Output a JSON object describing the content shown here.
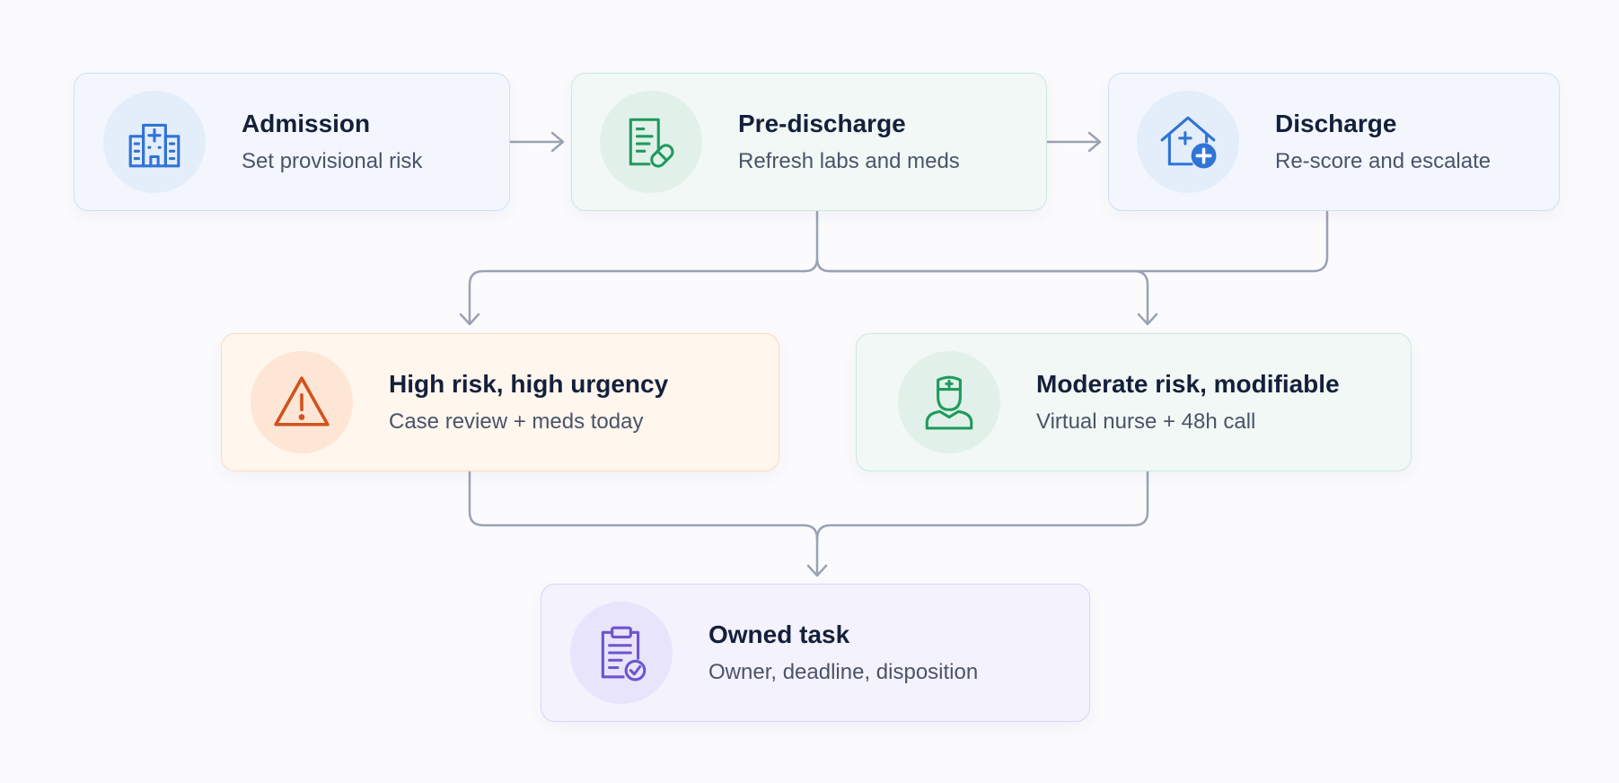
{
  "colors": {
    "connector": "#9aa2b4",
    "blue": "#2f74d6",
    "green": "#1f9a5e",
    "orange": "#d2521d",
    "purple": "#6d55cc"
  },
  "nodes": {
    "admission": {
      "title": "Admission",
      "subtitle": "Set provisional risk",
      "icon": "hospital-icon"
    },
    "pre_discharge": {
      "title": "Pre-discharge",
      "subtitle": "Refresh labs and meds",
      "icon": "prescription-pill-icon"
    },
    "discharge": {
      "title": "Discharge",
      "subtitle": "Re-score and escalate",
      "icon": "home-medical-icon"
    },
    "high_risk": {
      "title": "High risk, high urgency",
      "subtitle": "Case review + meds today",
      "icon": "warning-icon"
    },
    "moderate_risk": {
      "title": "Moderate risk, modifiable",
      "subtitle": "Virtual nurse + 48h call",
      "icon": "nurse-icon"
    },
    "owned_task": {
      "title": "Owned task",
      "subtitle": "Owner, deadline, disposition",
      "icon": "clipboard-check-icon"
    }
  }
}
